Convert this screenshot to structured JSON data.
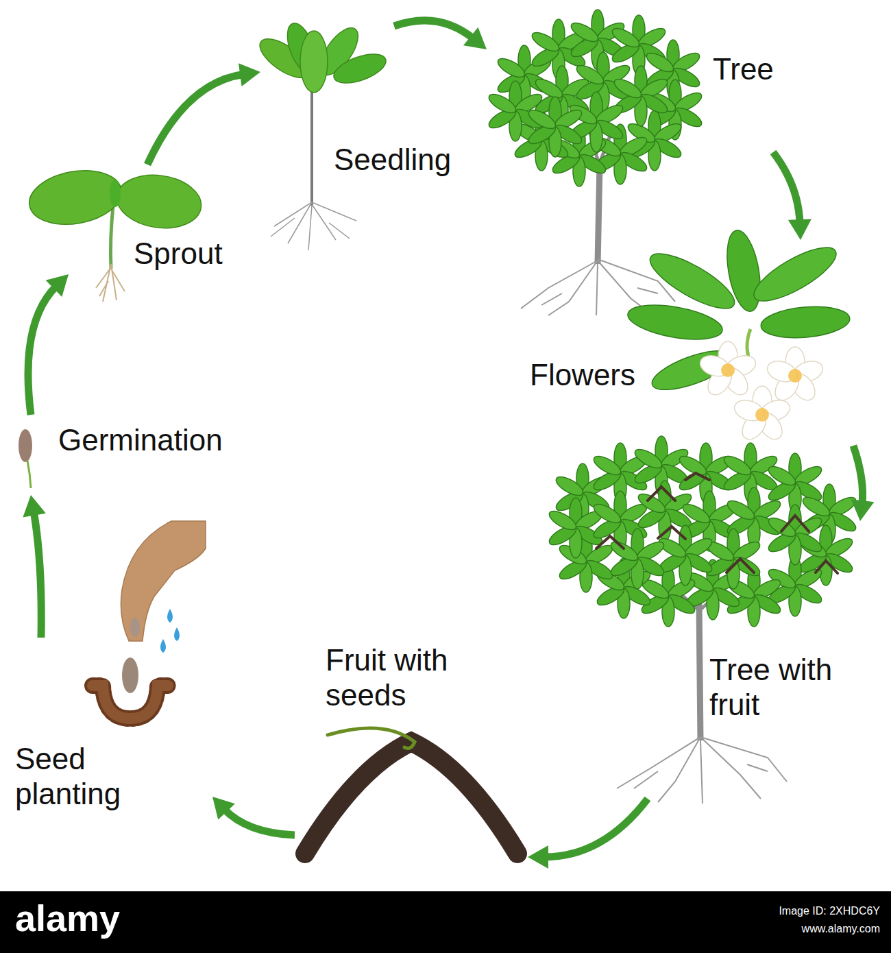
{
  "diagram": {
    "nodes": [
      {
        "text": [
          "Seed planting"
        ]
      },
      {
        "text": [
          "Germination"
        ]
      },
      {
        "text": [
          "Sprout"
        ]
      },
      {
        "text": [
          "Seedling"
        ]
      },
      {
        "text": [
          "Tree"
        ]
      },
      {
        "text": [
          "Flowers"
        ]
      },
      {
        "text": [
          "Tree with fruit"
        ]
      },
      {
        "text": [
          "Fruit with seeds"
        ]
      }
    ],
    "edges": [
      {
        "from": 0,
        "to": 1,
        "arrow": "to"
      },
      {
        "from": 1,
        "to": 2,
        "arrow": "to"
      },
      {
        "from": 2,
        "to": 3,
        "arrow": "to"
      },
      {
        "from": 3,
        "to": 4,
        "arrow": "to"
      },
      {
        "from": 4,
        "to": 5,
        "arrow": "to"
      },
      {
        "from": 5,
        "to": 6,
        "arrow": "to"
      },
      {
        "from": 6,
        "to": 7,
        "arrow": "to"
      },
      {
        "from": 7,
        "to": 0,
        "arrow": "to"
      }
    ],
    "labels": [
      "alamy",
      "Image ID: 2XHDC6Y",
      "www.alamy.com"
    ]
  }
}
